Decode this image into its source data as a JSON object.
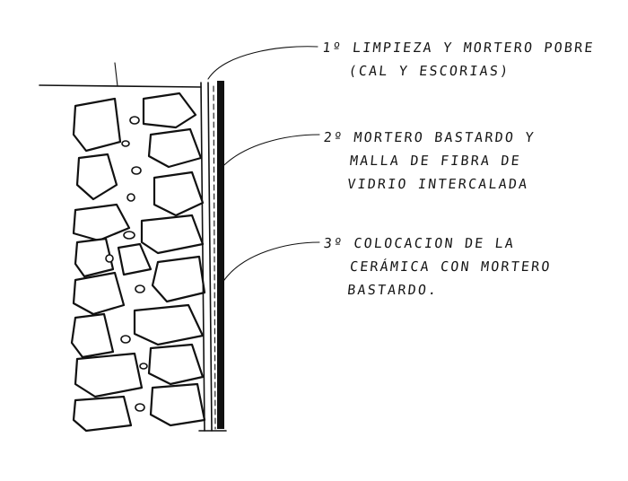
{
  "annotations": [
    {
      "id": "step-1",
      "lines": [
        "1º  LIMPIEZA  Y  MORTERO  POBRE",
        "(CAL  Y ESCORIAS)"
      ]
    },
    {
      "id": "step-2",
      "lines": [
        "2º  MORTERO  BASTARDO  Y",
        "MALLA  DE  FIBRA  DE",
        "VIDRIO  INTERCALADA"
      ]
    },
    {
      "id": "step-3",
      "lines": [
        "3º  COLOCACION  DE  LA",
        "CERÁMICA  CON  MORTERO",
        "BASTARDO."
      ]
    }
  ],
  "colors": {
    "ink": "#111111",
    "paper": "#ffffff"
  }
}
